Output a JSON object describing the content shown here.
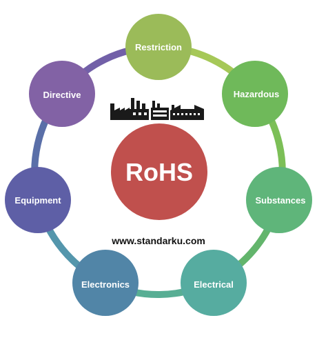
{
  "diagram": {
    "center": {
      "label": "RoHS",
      "color": "#c0504d"
    },
    "website": "www.standarku.com",
    "factory_icon": "factory-icon",
    "nodes": [
      {
        "label": "Restriction",
        "color": "#9bbb59"
      },
      {
        "label": "Hazardous",
        "color": "#6fb95a"
      },
      {
        "label": "Substances",
        "color": "#5fb57a"
      },
      {
        "label": "Electrical",
        "color": "#56aca0"
      },
      {
        "label": "Electronics",
        "color": "#5185a7"
      },
      {
        "label": "Equipment",
        "color": "#5e5fa6"
      },
      {
        "label": "Directive",
        "color": "#8262a5"
      }
    ],
    "ring_colors": [
      "#a6c858",
      "#7cbf57",
      "#63b56c",
      "#58ae94",
      "#5496ac",
      "#5a6fa8",
      "#7260a8"
    ]
  }
}
